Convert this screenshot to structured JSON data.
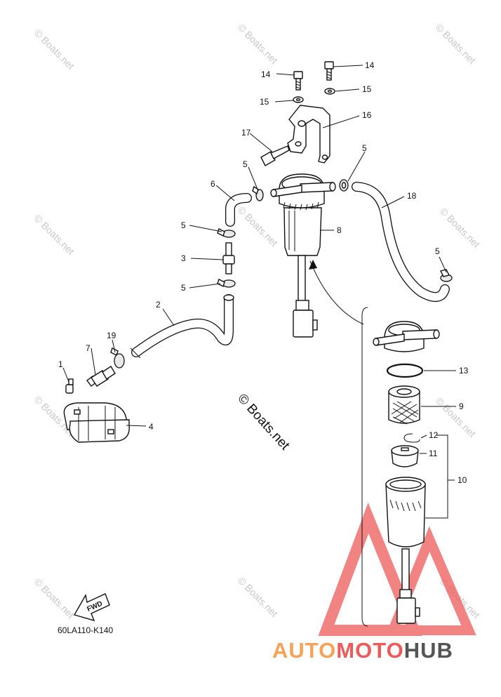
{
  "diagram_code": "60LA110-K140",
  "fwd_label": "FWD",
  "center_watermark": "© Boats.net",
  "watermark_text": "© Boats.net",
  "logo": {
    "part1": "AUTO",
    "part2": "MOTO",
    "part3": "HUB",
    "color_orange": "#f5a25a",
    "color_red": "#ee5a5a",
    "color_dark": "#555555"
  },
  "callouts": {
    "c1": "1",
    "c2": "2",
    "c3": "3",
    "c4": "4",
    "c5a": "5",
    "c5b": "5",
    "c5c": "5",
    "c5d": "5",
    "c5e": "5",
    "c6": "6",
    "c7": "7",
    "c8": "8",
    "c9": "9",
    "c10": "10",
    "c11": "11",
    "c12": "12",
    "c13": "13",
    "c14a": "14",
    "c14b": "14",
    "c15a": "15",
    "c15b": "15",
    "c16": "16",
    "c17": "17",
    "c18": "18",
    "c19": "19"
  }
}
